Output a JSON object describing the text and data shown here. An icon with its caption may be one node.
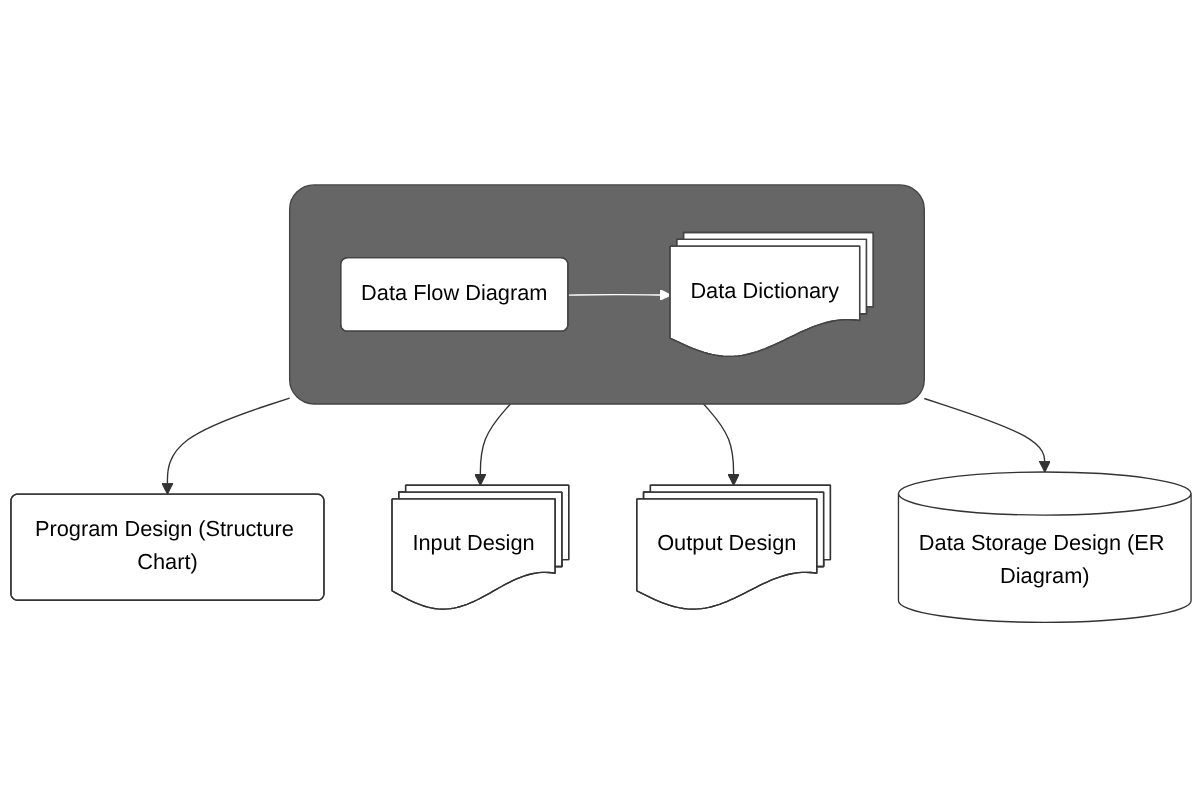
{
  "diagram": {
    "nodes": [
      {
        "text": [],
        "shape": "box"
      },
      {
        "text": [
          "Data Flow Diagram"
        ],
        "in": 0
      },
      {
        "text": [
          "Data Dictionary"
        ],
        "in": 0
      },
      {
        "text": [
          "Program Design (Structure Chart)"
        ]
      },
      {
        "text": [
          "Input Design"
        ]
      },
      {
        "text": [
          "Output Design"
        ]
      },
      {
        "text": [
          "Data Storage Design (ER Diagram)"
        ]
      }
    ],
    "edges": [
      {
        "from": 1,
        "to": 2,
        "arrow": "to",
        "color": "#ffffff"
      },
      {
        "from": 0,
        "to": 3,
        "arrow": "to"
      },
      {
        "from": 0,
        "to": 4,
        "arrow": "to"
      },
      {
        "from": 0,
        "to": 5,
        "arrow": "to"
      },
      {
        "from": 0,
        "to": 6,
        "arrow": "to"
      }
    ]
  }
}
